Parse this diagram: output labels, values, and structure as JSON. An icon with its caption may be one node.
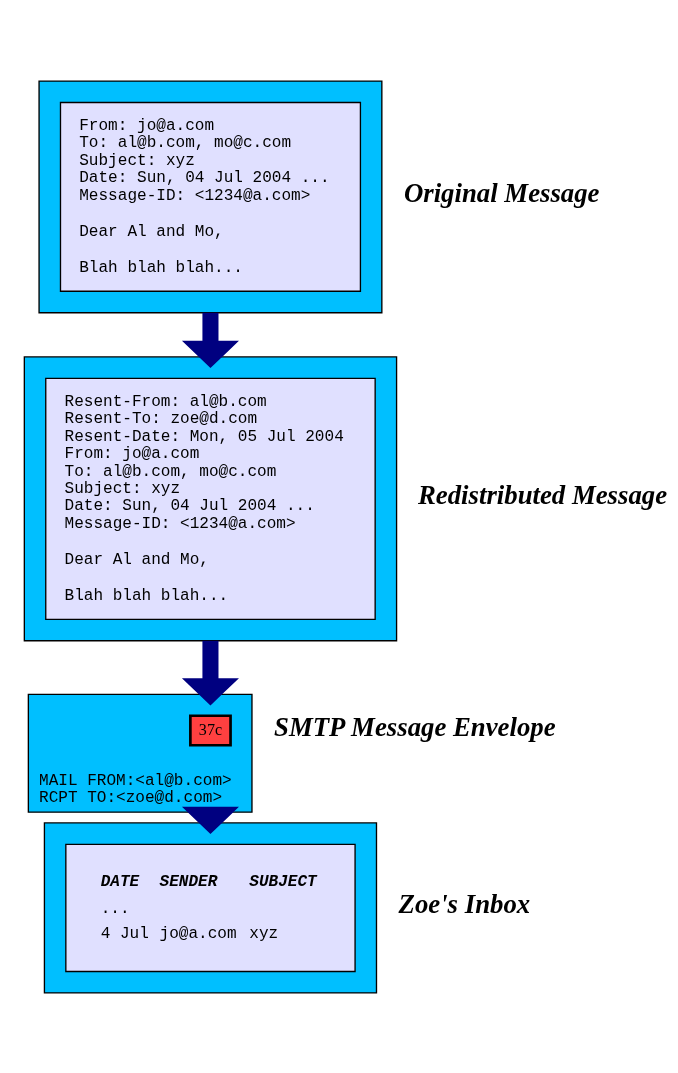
{
  "diagram": {
    "nodes": [
      {
        "text": [],
        "shape": "box",
        "beside": [
          "Original Message"
        ]
      },
      {
        "text": [
          "From: jo@a.com",
          "To: al@b.com, mo@c.com",
          "Subject: xyz",
          "Date: Sun, 04 Jul 2004 ...",
          "Message-ID: <1234@a.com>",
          "Dear Al and Mo,",
          "Blah blah blah..."
        ],
        "in": 0
      },
      {
        "text": [],
        "shape": "box",
        "beside": [
          "Redistributed Message"
        ]
      },
      {
        "text": [
          "Resent-From: al@b.com",
          "Resent-To: zoe@d.com",
          "Resent-Date: Mon, 05 Jul 2004",
          "From: jo@a.com",
          "To: al@b.com, mo@c.com",
          "Subject: xyz",
          "Date: Sun, 04 Jul 2004 ...",
          "Message-ID: <1234@a.com>",
          "Dear Al and Mo,",
          "Blah blah blah..."
        ],
        "in": 2
      },
      {
        "text": [
          "MAIL FROM:<al@b.com>",
          "RCPT TO:<zoe@d.com>"
        ],
        "beside": [
          "SMTP Message Envelope"
        ]
      },
      {
        "text": [
          "37c"
        ],
        "in": 4
      },
      {
        "text": [],
        "shape": "box",
        "beside": [
          "Zoe's Inbox"
        ]
      },
      {
        "text": [
          "DATE",
          "SENDER",
          "SUBJECT",
          "...",
          "4 Jul",
          "jo@a.com",
          "xyz"
        ],
        "in": 6
      }
    ],
    "edges": [
      {
        "from": 0,
        "to": 2,
        "arrow": "to"
      },
      {
        "from": 2,
        "to": 4,
        "arrow": "to"
      },
      {
        "from": 4,
        "to": 6,
        "arrow": "to"
      }
    ]
  }
}
